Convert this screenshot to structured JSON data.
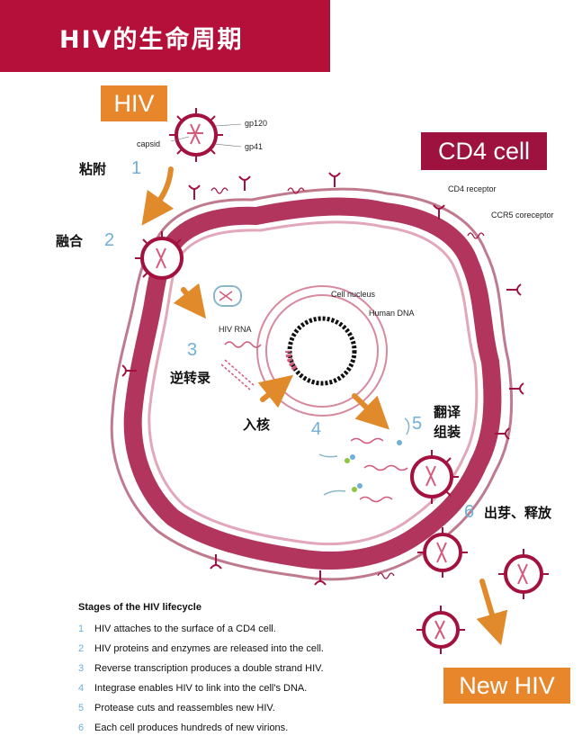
{
  "header": {
    "title": "HIV的生命周期"
  },
  "labels": {
    "hiv_box": "HIV",
    "cd4_box": "CD4 cell",
    "new_hiv_box": "New HIV",
    "gp120": "gp120",
    "gp41": "gp41",
    "capsid": "capsid",
    "cd4_receptor": "CD4 receptor",
    "ccr5": "CCR5 coreceptor",
    "cell_nucleus": "Cell nucleus",
    "human_dna": "Human DNA",
    "hiv_rna": "HIV RNA"
  },
  "steps": [
    {
      "num": "1",
      "label": "粘附"
    },
    {
      "num": "2",
      "label": "融合"
    },
    {
      "num": "3",
      "label": "逆转录"
    },
    {
      "num": "4",
      "label": "入核"
    },
    {
      "num": "5",
      "label_line1": "翻译",
      "label_line2": "组装"
    },
    {
      "num": "6",
      "label": "出芽、释放"
    }
  ],
  "legend": {
    "title": "Stages of the HIV lifecycle",
    "items": [
      {
        "num": "1",
        "text": "HIV attaches to the surface of a CD4 cell."
      },
      {
        "num": "2",
        "text": "HIV proteins and enzymes are released into the cell."
      },
      {
        "num": "3",
        "text": "Reverse transcription produces a double strand HIV."
      },
      {
        "num": "4",
        "text": "Integrase enables HIV to link into the cell's DNA."
      },
      {
        "num": "5",
        "text": "Protease cuts and reassembles new HIV."
      },
      {
        "num": "6",
        "text": "Each cell produces hundreds of new virions."
      }
    ]
  },
  "colors": {
    "title_bg": "#b5103a",
    "hiv_box": "#e8862b",
    "cd4_box": "#9e1240",
    "membrane": "#a3123f",
    "step_number": "#6fb0d8",
    "arrow": "#e08a2c"
  }
}
